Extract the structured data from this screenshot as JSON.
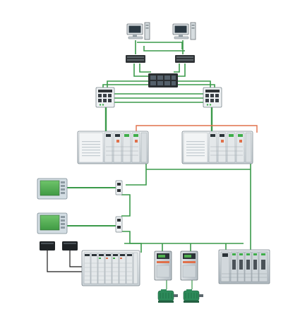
{
  "diagram": {
    "kind": "industrial-network-topology",
    "device_labels": [],
    "colors": {
      "ethernet": "#3a9a4a",
      "redundancy_link": "#e0704a",
      "black_cable": "#1a1a1a",
      "chassis_light": "#e8ecef",
      "chassis_dark": "#9aa6ad",
      "panel_screen": "#4fb04f",
      "motor": "#2d8a5a"
    },
    "nodes": [
      {
        "id": "workstation-left",
        "type": "computer-workstation"
      },
      {
        "id": "workstation-right",
        "type": "computer-workstation"
      },
      {
        "id": "switch-top-left",
        "type": "network-switch"
      },
      {
        "id": "switch-top-right",
        "type": "network-switch"
      },
      {
        "id": "switch-center",
        "type": "managed-switch"
      },
      {
        "id": "switch-middle-left",
        "type": "stratix-switch"
      },
      {
        "id": "switch-middle-right",
        "type": "stratix-switch"
      },
      {
        "id": "controller-left",
        "type": "controllogix-chassis"
      },
      {
        "id": "controller-right",
        "type": "controllogix-chassis"
      },
      {
        "id": "hmi-panel-upper",
        "type": "operator-panel"
      },
      {
        "id": "hmi-panel-lower",
        "type": "operator-panel"
      },
      {
        "id": "tap-upper",
        "type": "ethernet-tap"
      },
      {
        "id": "tap-lower",
        "type": "ethernet-tap"
      },
      {
        "id": "field-device-left",
        "type": "field-device"
      },
      {
        "id": "field-device-right",
        "type": "field-device"
      },
      {
        "id": "io-chassis",
        "type": "io-rack"
      },
      {
        "id": "drive-left",
        "type": "ac-drive"
      },
      {
        "id": "drive-right",
        "type": "ac-drive"
      },
      {
        "id": "motor-left",
        "type": "motor"
      },
      {
        "id": "motor-right",
        "type": "motor"
      },
      {
        "id": "distributed-io",
        "type": "distributed-io"
      }
    ]
  }
}
